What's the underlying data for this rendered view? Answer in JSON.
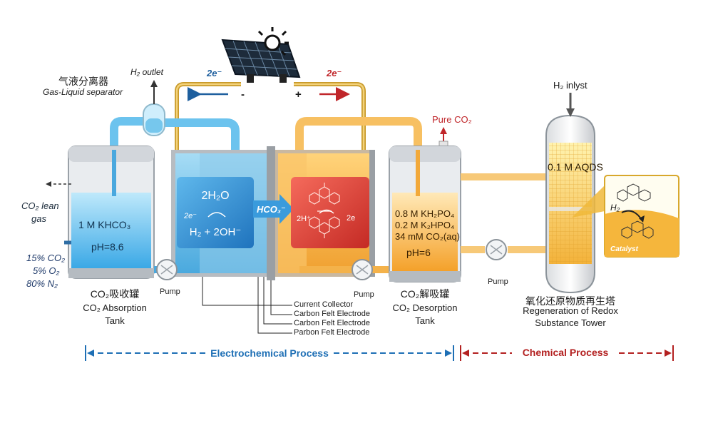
{
  "solar": {
    "left_electrons": "2e⁻",
    "right_electrons": "2e⁻",
    "minus": "-",
    "plus": "+"
  },
  "separator": {
    "label_cn": "气液分离器",
    "label_en": "Gas-Liquid separator",
    "h2_outlet": "H₂ outlet"
  },
  "absorption_tank": {
    "solution": "1 M KHCO₃",
    "ph": "pH=8.6",
    "label_cn": "CO₂吸收罐",
    "label_en_line1": "CO₂ Absorption",
    "label_en_line2": "Tank"
  },
  "gas_inputs": {
    "lean_gas_line1": "CO₂ lean",
    "lean_gas_line2": "gas",
    "feed_co2": "15% CO₂",
    "feed_o2": "5% O₂",
    "feed_n2": "80% N₂"
  },
  "cathode": {
    "line1": "2H₂O",
    "line2": "2e⁻",
    "line3": "H₂ + 2OH⁻"
  },
  "membrane_ion": "HCO₃⁻",
  "anode": {
    "protons": "2H⁺",
    "electrons": "2e"
  },
  "desorption_tank": {
    "line1": "0.8 M KH₂PO₄",
    "line2": "0.2 M K₂HPO₄",
    "line3": "34 mM CO₂(aq)",
    "ph": "pH=6",
    "label_cn": "CO₂解吸罐",
    "label_en_line1": "CO₂ Desorption",
    "label_en_line2": "Tank",
    "pure_co2": "Pure CO₂"
  },
  "tower": {
    "h2_inlet": "H₂ inlyst",
    "aqds": "0.1 M AQDS",
    "h2_zoom": "H₂",
    "catalyst": "Catalyst",
    "label_cn": "氧化还原物质再生塔",
    "label_en_line1": "Regeneration of Redox",
    "label_en_line2": "Substance Tower"
  },
  "pumps": {
    "pump1": "Pump",
    "pump2": "Pump",
    "pump3": "Pump"
  },
  "legend": {
    "item1": "Current Collector",
    "item2": "Carbon Felt Electrode",
    "item3": "Carbon Felt Electrode",
    "item4": "Parbon Felt Electrode"
  },
  "processes": {
    "electrochemical": "Electrochemical Process",
    "chemical": "Chemical Process"
  },
  "colors": {
    "blue": "#2e8fd0",
    "light_blue": "#8fd3f2",
    "orange": "#f4a938",
    "light_orange": "#ffd68a",
    "red": "#e0443c",
    "dark_blue": "#1e5f9e",
    "dark_red": "#b32020",
    "gray": "#c9ccd0"
  }
}
